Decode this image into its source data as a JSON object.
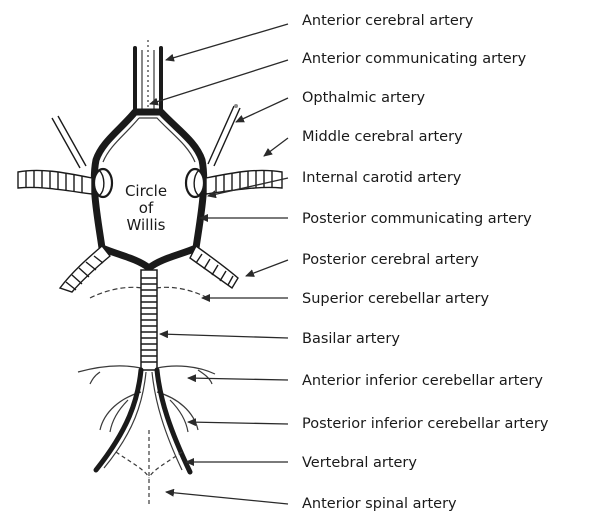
{
  "center_label": {
    "line1": "Circle",
    "line2": "of",
    "line3": "Willis"
  },
  "labels": [
    "Anterior cerebral artery",
    "Anterior communicating artery",
    "Opthalmic artery",
    "Middle cerebral artery",
    "Internal carotid artery",
    "Posterior communicating artery",
    "Posterior cerebral artery",
    "Superior cerebellar artery",
    "Basilar artery",
    "Anterior inferior cerebellar artery",
    "Posterior inferior cerebellar artery",
    "Vertebral artery",
    "Anterior spinal artery"
  ]
}
